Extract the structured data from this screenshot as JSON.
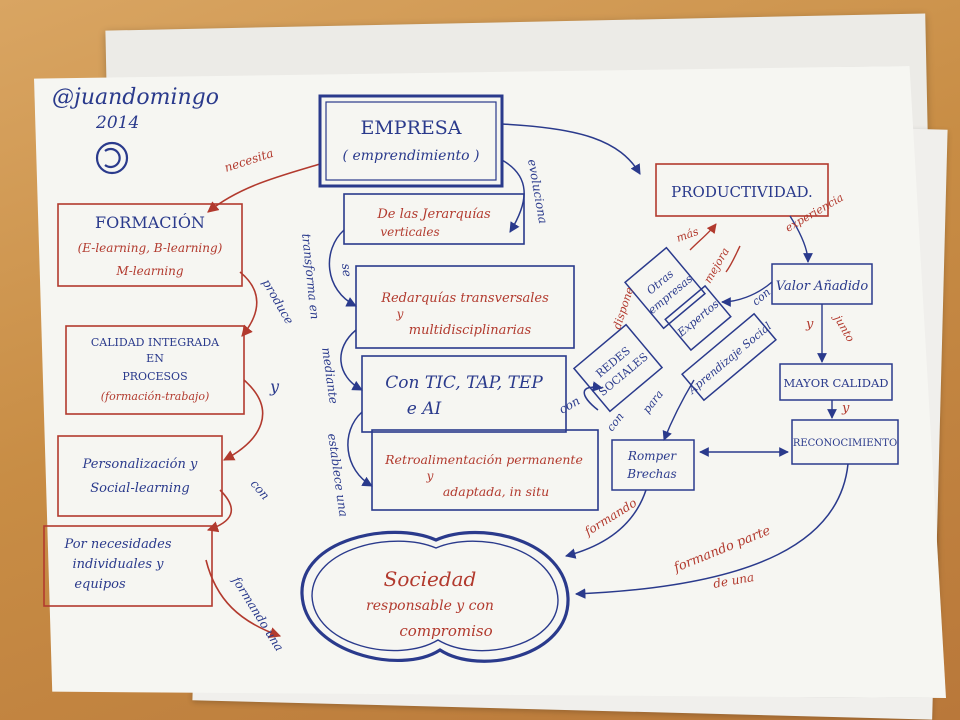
{
  "author": {
    "handle": "@juandomingo",
    "year": "2014"
  },
  "colors": {
    "blue_ink": "#2a3a8c",
    "red_ink": "#b23a2e",
    "paper": "#f6f6f2",
    "wood": "#c88d45"
  },
  "nodes": {
    "empresa": {
      "line1": "EMPRESA",
      "line2": "( emprendimiento )"
    },
    "formacion": {
      "line1": "FORMACIÓN",
      "line2": "(E-learning, B-learning)",
      "line3": "M-learning"
    },
    "calidad": {
      "line1": "CALIDAD INTEGRADA",
      "line2": "EN",
      "line3": "PROCESOS",
      "line4": "(formación-trabajo)"
    },
    "personalizacion": {
      "line1": "Personalización y",
      "line2": "Social-learning"
    },
    "necesidades": {
      "line1": "Por necesidades",
      "line2": "individuales y",
      "line3": "equipos"
    },
    "jerarquias": {
      "line1": "De las Jerarquías",
      "line2": "verticales"
    },
    "redarquias": {
      "line1": "Redarquías transversales",
      "line2": "y",
      "line3": "multidisciplinarias"
    },
    "tic": {
      "line1": "Con TIC, TAP, TEP",
      "line2": "e AI"
    },
    "retro": {
      "line1": "Retroalimentación permanente",
      "line2": "y",
      "line3": "adaptada, in situ"
    },
    "sociedad": {
      "line1": "Sociedad",
      "line2": "responsable y con",
      "line3": "compromiso"
    },
    "productividad": {
      "label": "PRODUCTIVIDAD."
    },
    "redes": {
      "line1": "REDES",
      "line2": "SOCIALES"
    },
    "otras": {
      "line1": "Otras",
      "line2": "empresas"
    },
    "expertos": {
      "label": "Expertos"
    },
    "aprendizaje": {
      "label": "Aprendizaje Social"
    },
    "valor": {
      "label": "Valor Añadido"
    },
    "mayor": {
      "label": "MAYOR CALIDAD"
    },
    "reconocimiento": {
      "label": "RECONOCIMIENTO"
    },
    "romper": {
      "line1": "Romper",
      "line2": "Brechas"
    }
  },
  "edge_labels": {
    "necesita": "necesita",
    "produce": "produce",
    "y": "y",
    "con": "con",
    "formando_una": "formando una",
    "evoluciona": "evoluciona",
    "transforma_en": "transforma en",
    "se": "se",
    "mediante": "mediante",
    "establece_una": "establece una",
    "con2": "con",
    "dispone": "dispone",
    "mas": "más",
    "mejora": "mejora",
    "con3": "con",
    "para": "para",
    "con4": "con",
    "experiencia": "experiencia",
    "y2": "y",
    "junto": "junto",
    "y3": "y",
    "formando": "formando",
    "formando_parte": "formando parte",
    "de_una": "de una"
  }
}
